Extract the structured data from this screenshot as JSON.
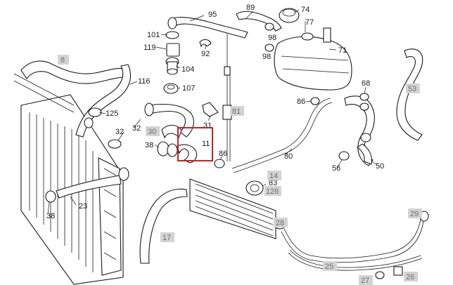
{
  "labels_plain": [
    {
      "id": "95",
      "text": "95"
    },
    {
      "id": "89",
      "text": "89"
    },
    {
      "id": "74",
      "text": "74"
    },
    {
      "id": "77",
      "text": "77"
    },
    {
      "id": "101",
      "text": "101"
    },
    {
      "id": "119",
      "text": "119"
    },
    {
      "id": "92",
      "text": "92"
    },
    {
      "id": "98a",
      "text": "98"
    },
    {
      "id": "98b",
      "text": "98"
    },
    {
      "id": "71",
      "text": "71"
    },
    {
      "id": "104",
      "text": "104"
    },
    {
      "id": "116",
      "text": "116"
    },
    {
      "id": "107",
      "text": "107"
    },
    {
      "id": "68",
      "text": "68"
    },
    {
      "id": "86a",
      "text": "86"
    },
    {
      "id": "125",
      "text": "125"
    },
    {
      "id": "32a",
      "text": "32"
    },
    {
      "id": "31",
      "text": "31"
    },
    {
      "id": "32b",
      "text": "32"
    },
    {
      "id": "11",
      "text": "11"
    },
    {
      "id": "38a",
      "text": "38"
    },
    {
      "id": "86b",
      "text": "86"
    },
    {
      "id": "80",
      "text": "80"
    },
    {
      "id": "56",
      "text": "56"
    },
    {
      "id": "50",
      "text": "50"
    },
    {
      "id": "83",
      "text": "83"
    },
    {
      "id": "23",
      "text": "23"
    },
    {
      "id": "38b",
      "text": "38"
    }
  ],
  "labels_tagged": [
    {
      "id": "8",
      "text": "8"
    },
    {
      "id": "53",
      "text": "53"
    },
    {
      "id": "81",
      "text": "81"
    },
    {
      "id": "30",
      "text": "30"
    },
    {
      "id": "14",
      "text": "14"
    },
    {
      "id": "126",
      "text": "126"
    },
    {
      "id": "29",
      "text": "29"
    },
    {
      "id": "28",
      "text": "28"
    },
    {
      "id": "17",
      "text": "17"
    },
    {
      "id": "25",
      "text": "25"
    },
    {
      "id": "26",
      "text": "26"
    },
    {
      "id": "27",
      "text": "27"
    }
  ],
  "highlight": {
    "target": "11",
    "color": "#cc1f1f"
  }
}
